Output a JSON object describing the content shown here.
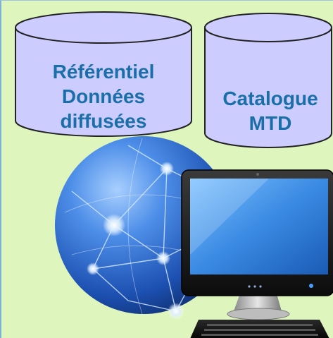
{
  "databases": [
    {
      "id": "referentiel",
      "lines": [
        "Référentiel",
        "Données",
        "diffusées"
      ]
    },
    {
      "id": "catalogue",
      "lines": [
        "Catalogue",
        "MTD"
      ]
    }
  ],
  "colors": {
    "background": "#dff5be",
    "cylinder_fill": "#ccccff",
    "cylinder_stroke": "#222222",
    "label": "#1b6fa8",
    "globe": "#2f6fd1",
    "monitor_screen": "#3e8ee6"
  },
  "icons": [
    "database-cylinder",
    "globe-network-icon",
    "desktop-computer-icon"
  ]
}
